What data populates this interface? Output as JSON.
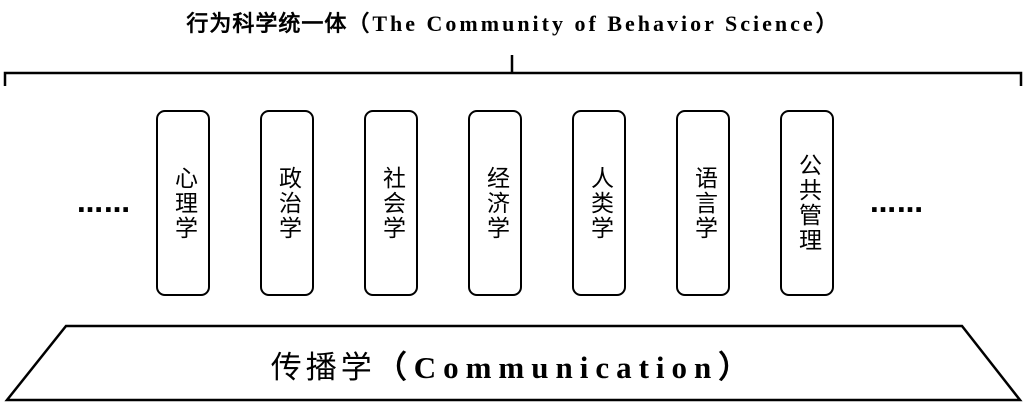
{
  "title": {
    "cn": "行为科学统一体",
    "en": "（The Community of Behavior Science）"
  },
  "ellipsis_left": "……",
  "ellipsis_right": "……",
  "disciplines": [
    "心理学",
    "政治学",
    "社会学",
    "经济学",
    "人类学",
    "语言学",
    "公共管理"
  ],
  "base": {
    "cn": "传播学",
    "en": "（Communication）"
  }
}
